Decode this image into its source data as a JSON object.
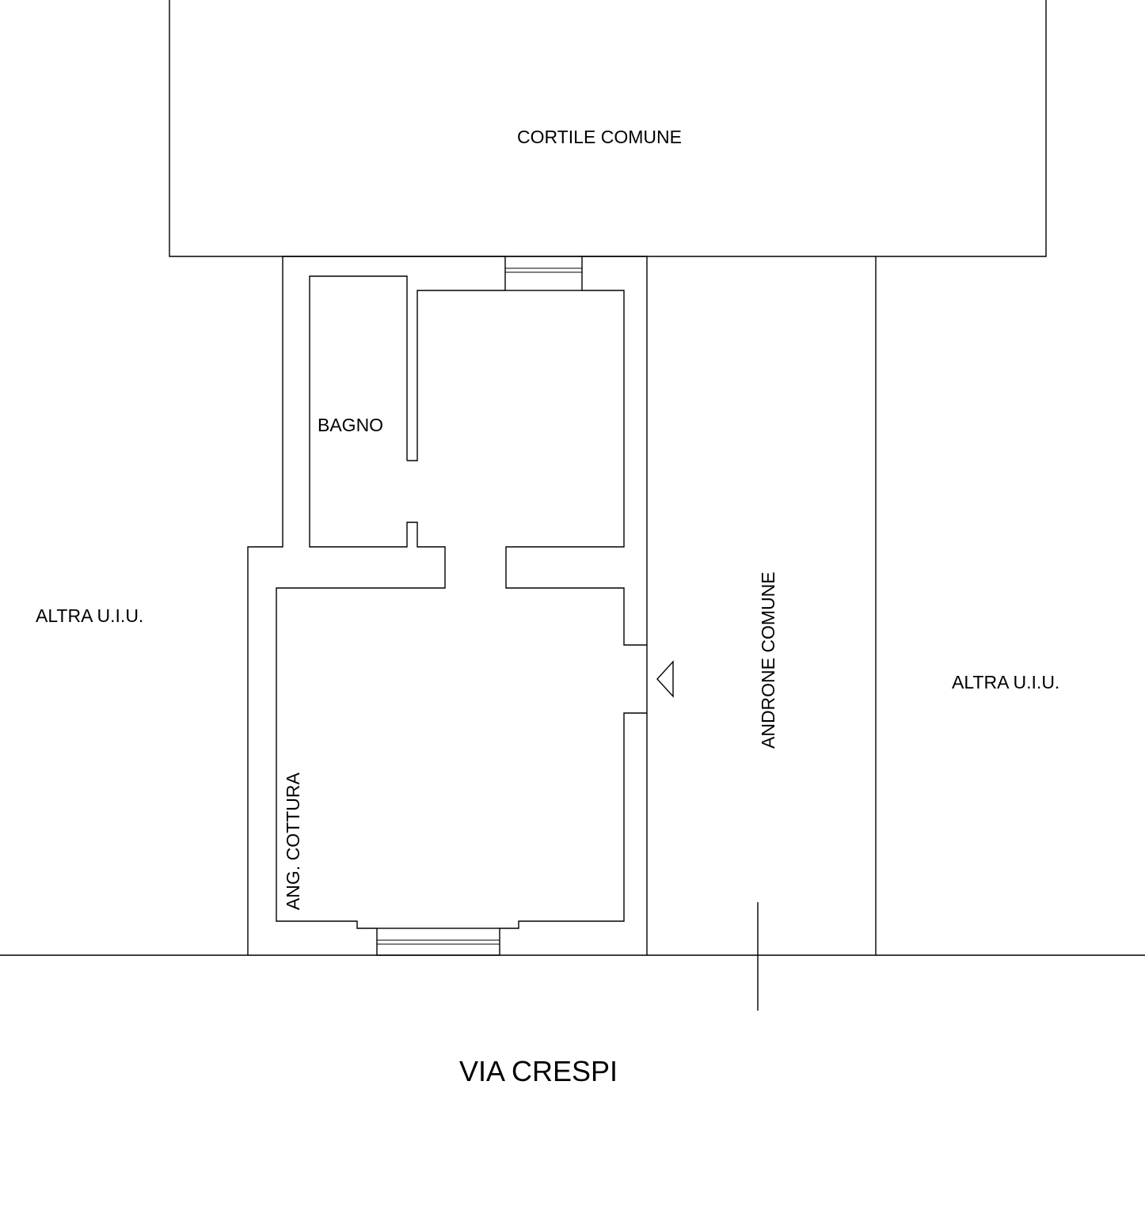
{
  "labels": {
    "courtyard": "CORTILE COMUNE",
    "bathroom": "BAGNO",
    "kitchenette": "ANG. COTTURA",
    "hallway": "ANDRONE COMUNE",
    "other_unit_left": "ALTRA U.I.U.",
    "other_unit_right": "ALTRA U.I.U.",
    "street": "VIA CRESPI"
  },
  "colors": {
    "line": "#000000",
    "background": "#ffffff"
  },
  "icons": {
    "entrance_marker": "triangle-left-icon"
  }
}
